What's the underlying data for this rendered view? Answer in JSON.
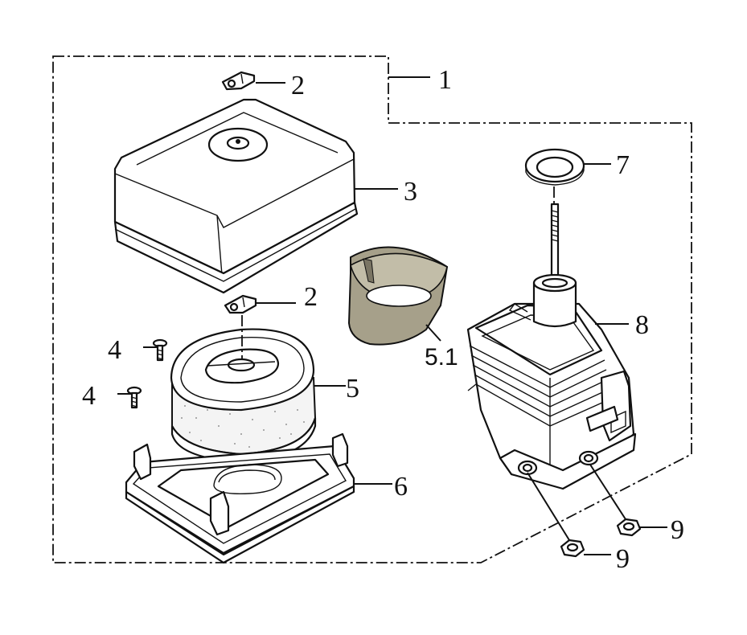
{
  "diagram": {
    "callouts": [
      {
        "id": "c1",
        "label": "1"
      },
      {
        "id": "c2a",
        "label": "2"
      },
      {
        "id": "c3",
        "label": "3"
      },
      {
        "id": "c7",
        "label": "7"
      },
      {
        "id": "c2b",
        "label": "2"
      },
      {
        "id": "c8",
        "label": "8"
      },
      {
        "id": "c4a",
        "label": "4"
      },
      {
        "id": "c5",
        "label": "5"
      },
      {
        "id": "c51",
        "label": "5.1"
      },
      {
        "id": "c4b",
        "label": "4"
      },
      {
        "id": "c6",
        "label": "6"
      },
      {
        "id": "c9a",
        "label": "9"
      },
      {
        "id": "c9b",
        "label": "9"
      }
    ],
    "colors": {
      "line": "#111111",
      "background": "#ffffff",
      "pre_filter": "#a6a08a"
    }
  }
}
